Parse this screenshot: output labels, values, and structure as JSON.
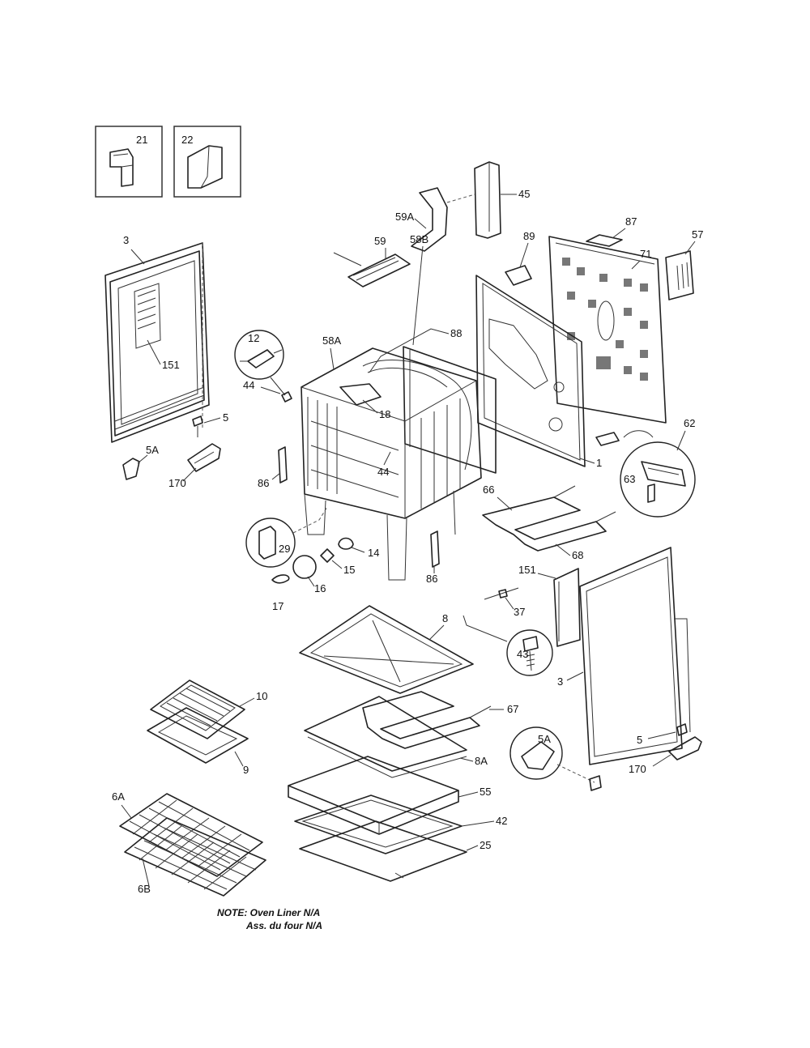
{
  "labels": {
    "p21": "21",
    "p22": "22",
    "p45": "45",
    "p59a": "59A",
    "p87": "87",
    "p57": "57",
    "p3a": "3",
    "p59": "59",
    "p89": "89",
    "p71": "71",
    "p58b": "58B",
    "p88": "88",
    "p58a": "58A",
    "p12": "12",
    "p44a": "44",
    "p151a": "151",
    "p18": "18",
    "p5a": "5",
    "p62": "62",
    "p5aa": "5A",
    "p44b": "44",
    "p1": "1",
    "p170a": "170",
    "p86a": "86",
    "p63": "63",
    "p66": "66",
    "p29": "29",
    "p14": "14",
    "p68": "68",
    "p15": "15",
    "p86b": "86",
    "p151b": "151",
    "p16": "16",
    "p17": "17",
    "p37": "37",
    "p8": "8",
    "p43": "43",
    "p3b": "3",
    "p10": "10",
    "p67": "67",
    "p5ab": "5A",
    "p5b": "5",
    "p9": "9",
    "p8a": "8A",
    "p170b": "170",
    "p6a": "6A",
    "p55": "55",
    "p42": "42",
    "p25": "25",
    "p6b": "6B"
  },
  "note": {
    "line1": "NOTE: Oven Liner N/A",
    "line2": "Ass. du four N/A"
  }
}
